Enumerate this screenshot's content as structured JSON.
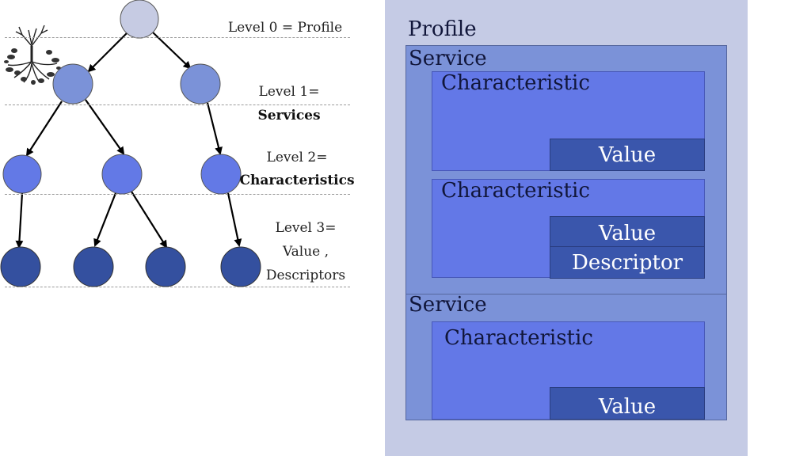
{
  "tree": {
    "levels": [
      {
        "text": "Level 0 = Profile",
        "bold": ""
      },
      {
        "text": "Level 1= ",
        "bold": "Services"
      },
      {
        "text": "Level 2=",
        "bold": "Characteristics"
      },
      {
        "lines": [
          "Level 3=",
          "Value ,",
          "Descriptors"
        ]
      }
    ],
    "colors": {
      "level0": "#c6cbe3",
      "level1": "#7b92d8",
      "level2": "#6379e6",
      "level3": "#34509f",
      "arrow": "#000000"
    },
    "icon": "tree-with-roots-icon"
  },
  "panel": {
    "profile_label": "Profile",
    "service1": {
      "label": "Service",
      "characteristics": [
        {
          "label": "Characteristic",
          "items": [
            "Value"
          ]
        },
        {
          "label": "Characteristic",
          "items": [
            "Value",
            "Descriptor"
          ]
        }
      ]
    },
    "service2": {
      "label": "Service",
      "characteristics": [
        {
          "label": "Characteristic",
          "items": [
            "Value"
          ]
        }
      ]
    },
    "colors": {
      "profile_bg": "#c5cbe5",
      "service_bg": "#7b92d8",
      "characteristic_bg": "#6378e7",
      "value_bg": "#3a56ac"
    }
  }
}
